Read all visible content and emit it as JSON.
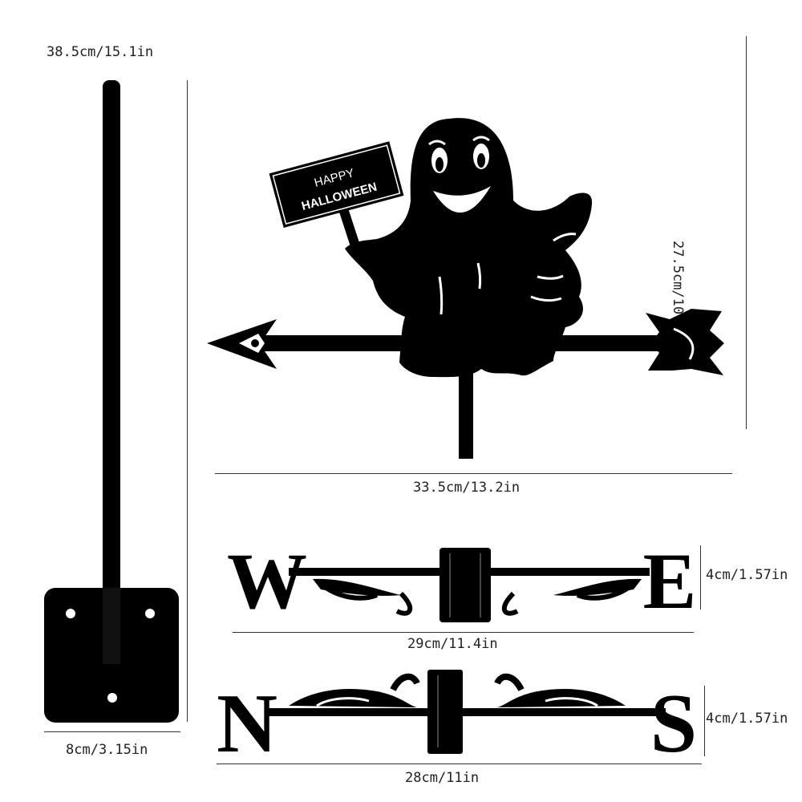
{
  "dimensions": {
    "pole_height": "38.5cm/15.1in",
    "vane_height": "27.5cm/10.8in",
    "vane_width": "33.5cm/13.2in",
    "we_height": "4cm/1.57in",
    "we_width": "29cm/11.4in",
    "ns_height": "4cm/1.57in",
    "ns_width": "28cm/11in",
    "base_width": "8cm/3.15in"
  },
  "sign": {
    "line1": "HAPPY",
    "line2": "HALLOWEEN"
  },
  "letters": {
    "west": "W",
    "east": "E",
    "north": "N",
    "south": "S"
  },
  "colors": {
    "silhouette": "#000000",
    "background": "#ffffff",
    "dimension_line": "#333333"
  }
}
